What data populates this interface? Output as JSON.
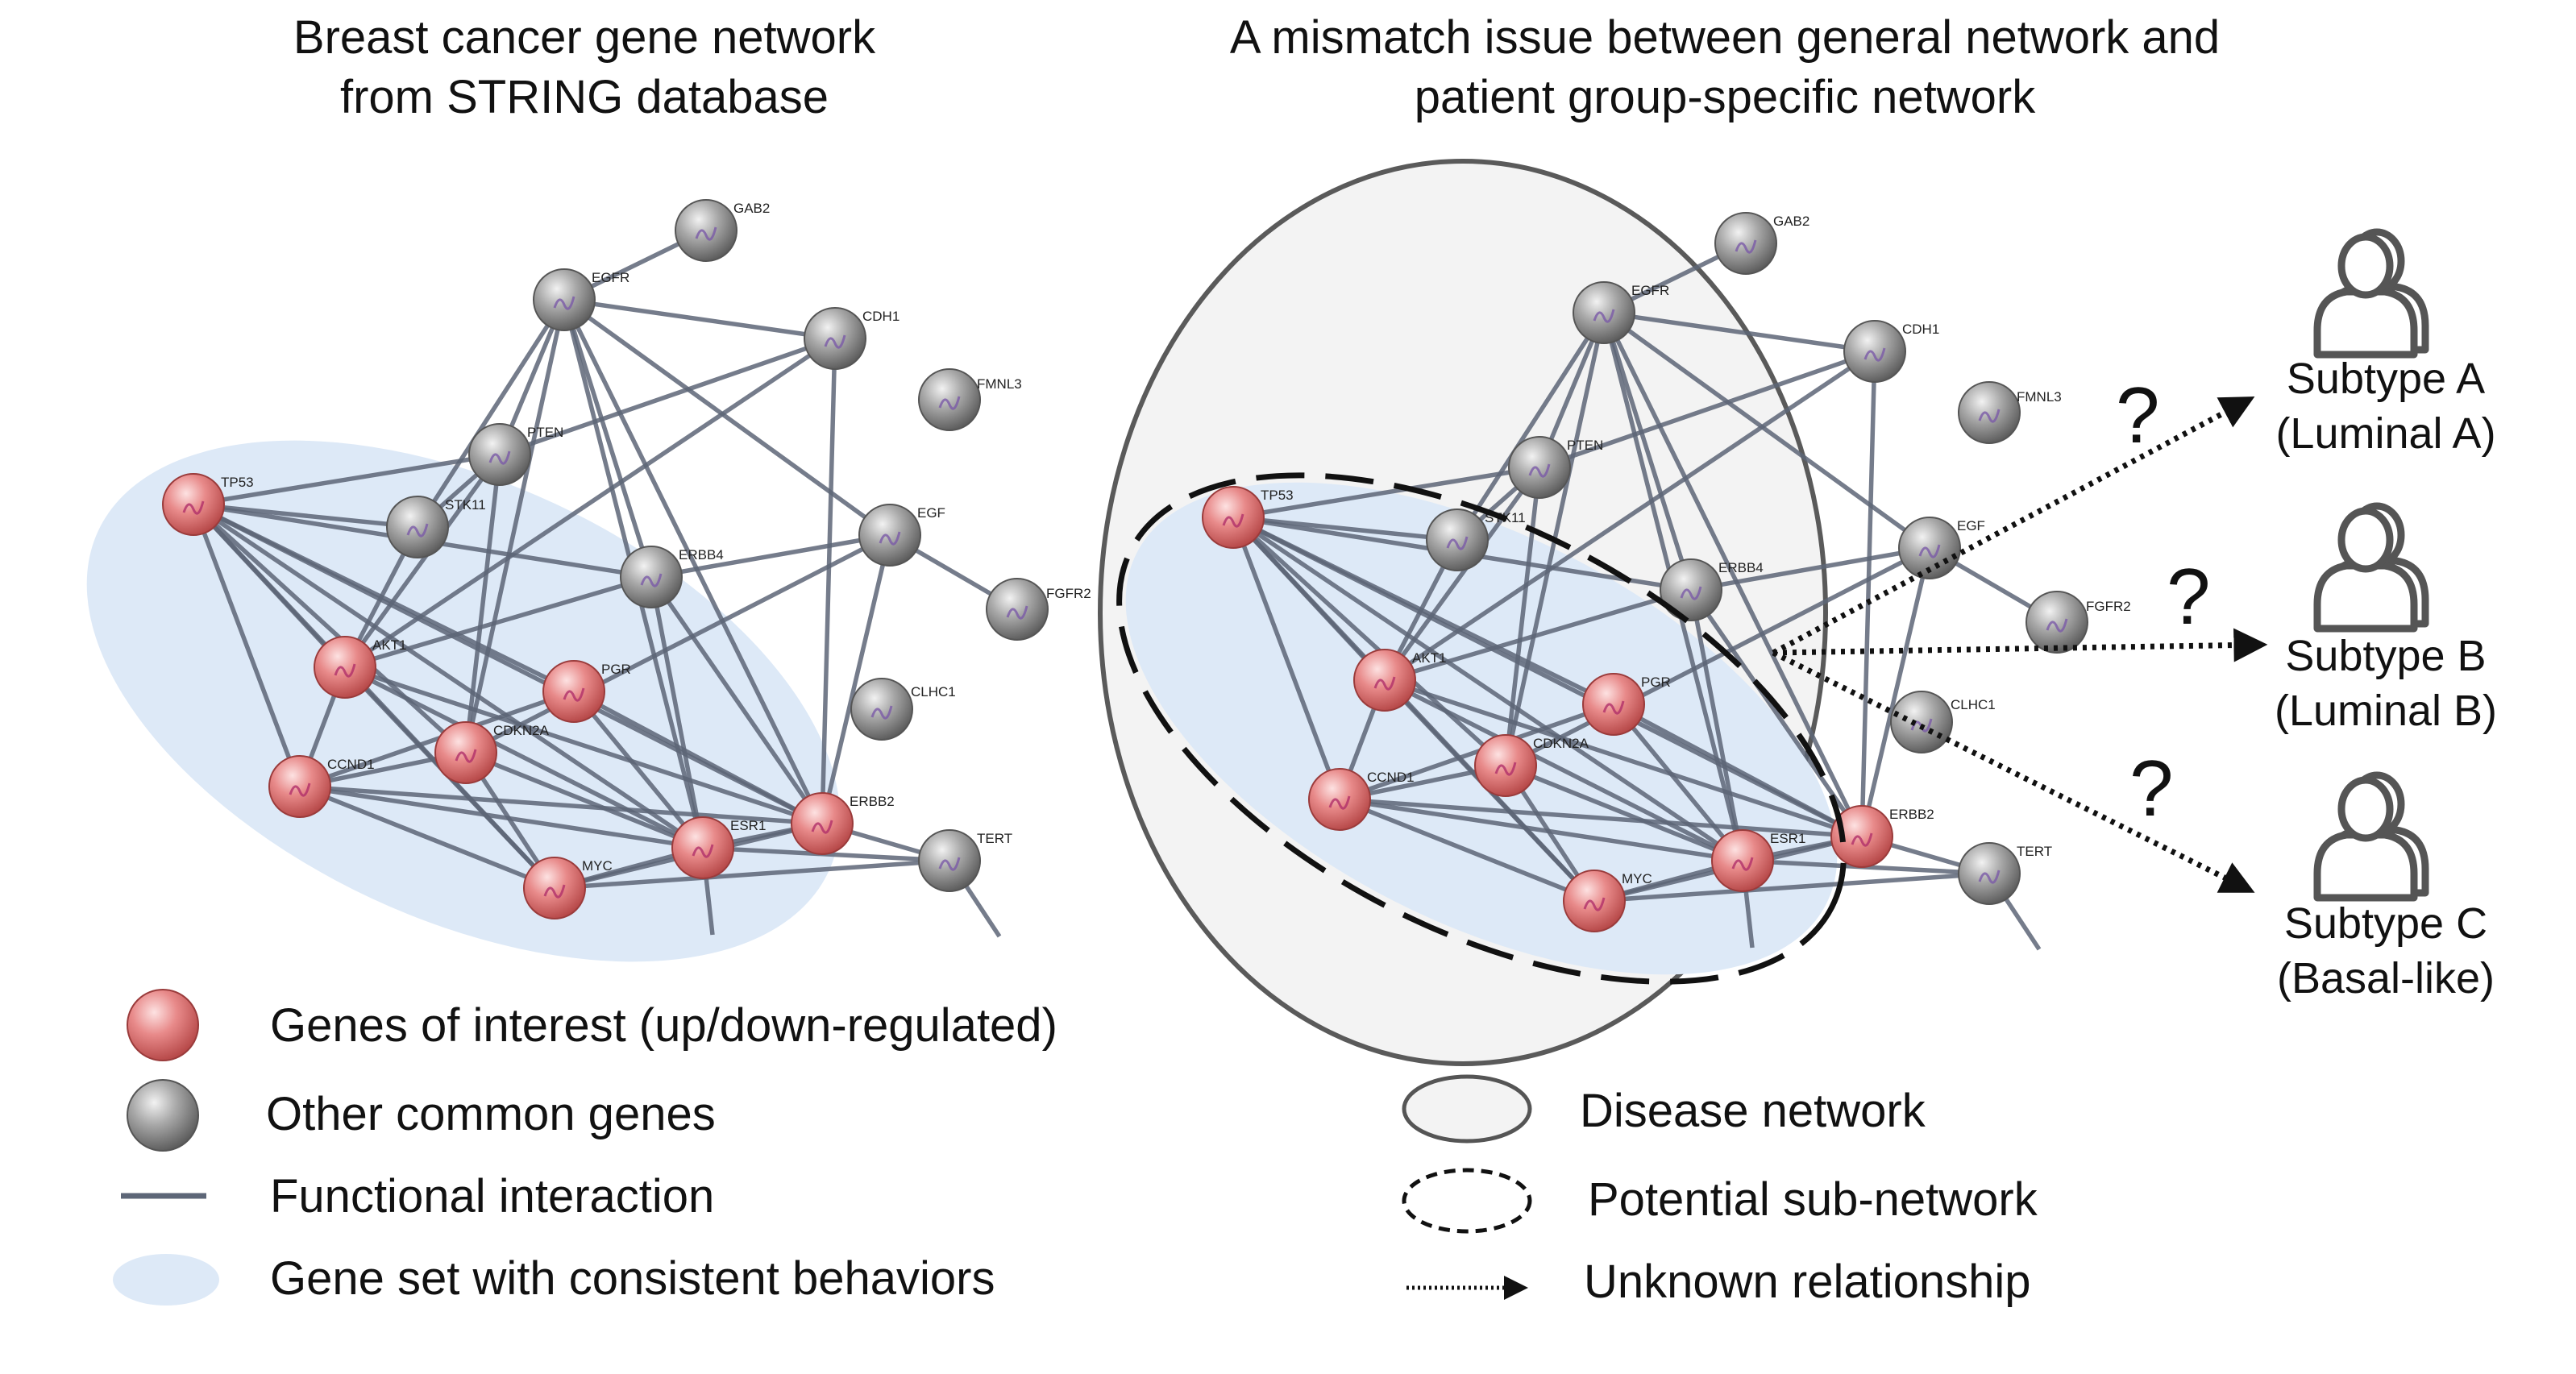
{
  "titles": {
    "left_line1": "Breast cancer gene network",
    "left_line2": "from STRING database",
    "right_line1": "A mismatch issue between general network and",
    "right_line2": "patient group-specific network"
  },
  "genes": {
    "GAB2": "GAB2",
    "EGFR": "EGFR",
    "CDH1": "CDH1",
    "FMNL3": "FMNL3",
    "PTEN": "PTEN",
    "TP53": "TP53",
    "STK11": "STK11",
    "EGF": "EGF",
    "ERBB4": "ERBB4",
    "FGFR2": "FGFR2",
    "AKT1": "AKT1",
    "PGR": "PGR",
    "CLHC1": "CLHC1",
    "CDKN2A": "CDKN2A",
    "CCND1": "CCND1",
    "ERBB2": "ERBB2",
    "ESR1": "ESR1",
    "TERT": "TERT",
    "MYC": "MYC"
  },
  "genes_of_interest": [
    "TP53",
    "AKT1",
    "PGR",
    "CDKN2A",
    "CCND1",
    "ERBB2",
    "ESR1",
    "MYC"
  ],
  "node_colors": {
    "interest": "#e07b7b",
    "common": "#9a9a9a",
    "edge": "#5d6677",
    "gene_set": "#dde9f7",
    "disease": "#f3f3f3"
  },
  "legend_left": {
    "genes_of_interest": "Genes of interest (up/down-regulated)",
    "other_genes": "Other common genes",
    "interaction": "Functional interaction",
    "gene_set": "Gene set with consistent behaviors"
  },
  "legend_right": {
    "disease_network": "Disease network",
    "sub_network": "Potential sub-network",
    "unknown": "Unknown relationship"
  },
  "subtypes": [
    {
      "name": "Subtype A",
      "detail": "(Luminal A)"
    },
    {
      "name": "Subtype B",
      "detail": "(Luminal B)"
    },
    {
      "name": "Subtype C",
      "detail": "(Basal-like)"
    }
  ],
  "question_mark": "?"
}
